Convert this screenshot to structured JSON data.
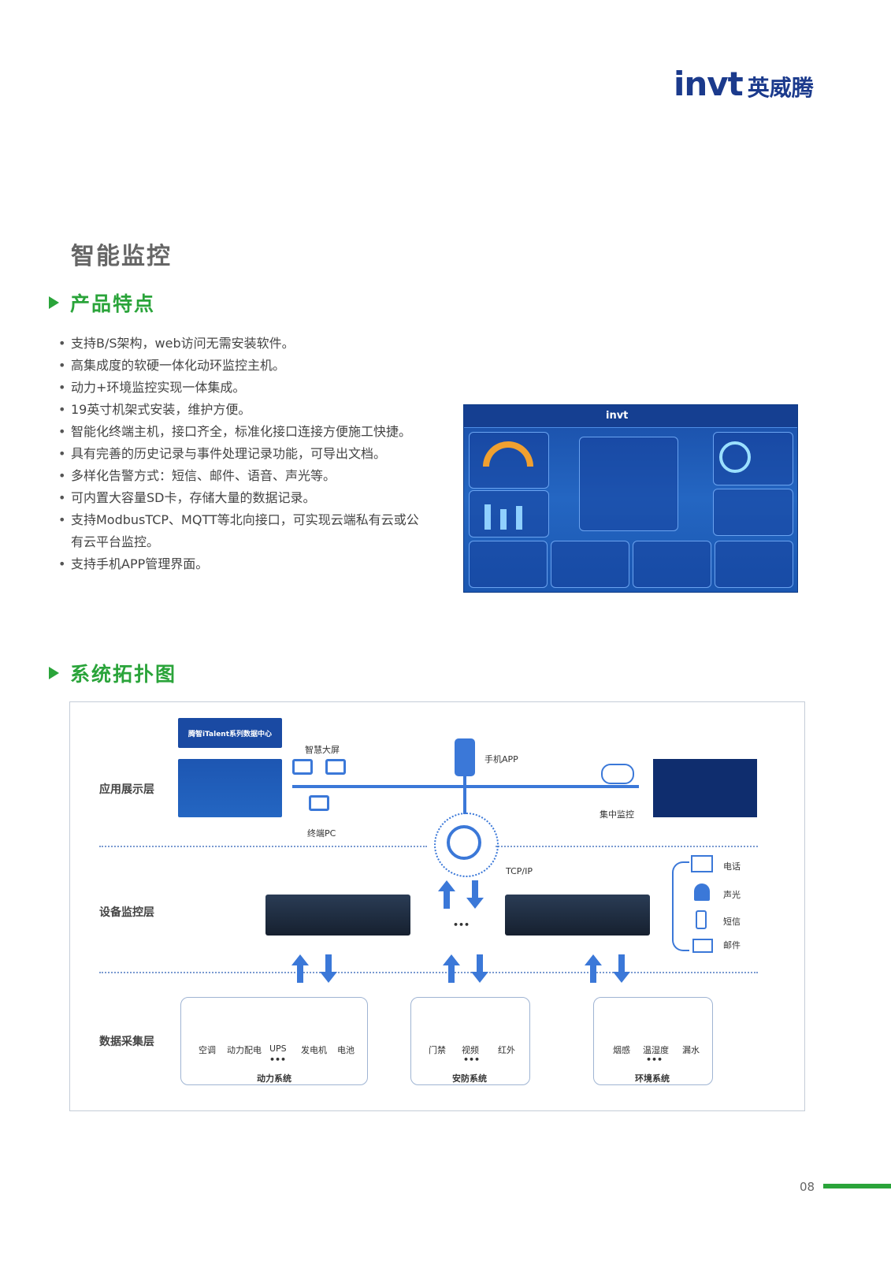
{
  "brand": {
    "mark": "invt",
    "cn": "英威腾"
  },
  "page_title": "智能监控",
  "section1": {
    "title": "产品特点",
    "features": [
      "支持B/S架构，web访问无需安装软件。",
      "高集成度的软硬一体化动环监控主机。",
      "动力+环境监控实现一体集成。",
      "19英寸机架式安装，维护方便。",
      "智能化终端主机，接口齐全，标准化接口连接方便施工快捷。",
      "具有完善的历史记录与事件处理记录功能，可导出文档。",
      "多样化告警方式：短信、邮件、语音、声光等。",
      "可内置大容量SD卡，存储大量的数据记录。",
      "支持ModbusTCP、MQTT等北向接口，可实现云端私有云或公有云平台监控。",
      "支持手机APP管理界面。"
    ]
  },
  "section2": {
    "title": "系统拓扑图",
    "layers": {
      "app": "应用展示层",
      "device": "设备监控层",
      "data": "数据采集层"
    },
    "banner": "腾智iTalent系列数据中心",
    "labels": {
      "big_screen": "智慧大屏",
      "terminal_pc": "终端PC",
      "mobile_app": "手机APP",
      "central": "集中监控",
      "tcpip": "TCP/IP",
      "more": "•••"
    },
    "alarms": [
      "电话",
      "声光",
      "短信",
      "邮件"
    ],
    "groups": [
      {
        "name": "动力系统",
        "items": [
          "空调",
          "动力配电",
          "UPS",
          "发电机",
          "电池"
        ]
      },
      {
        "name": "安防系统",
        "items": [
          "门禁",
          "视频",
          "红外"
        ]
      },
      {
        "name": "环境系统",
        "items": [
          "烟感",
          "温湿度",
          "漏水"
        ]
      }
    ]
  },
  "page_number": "08"
}
